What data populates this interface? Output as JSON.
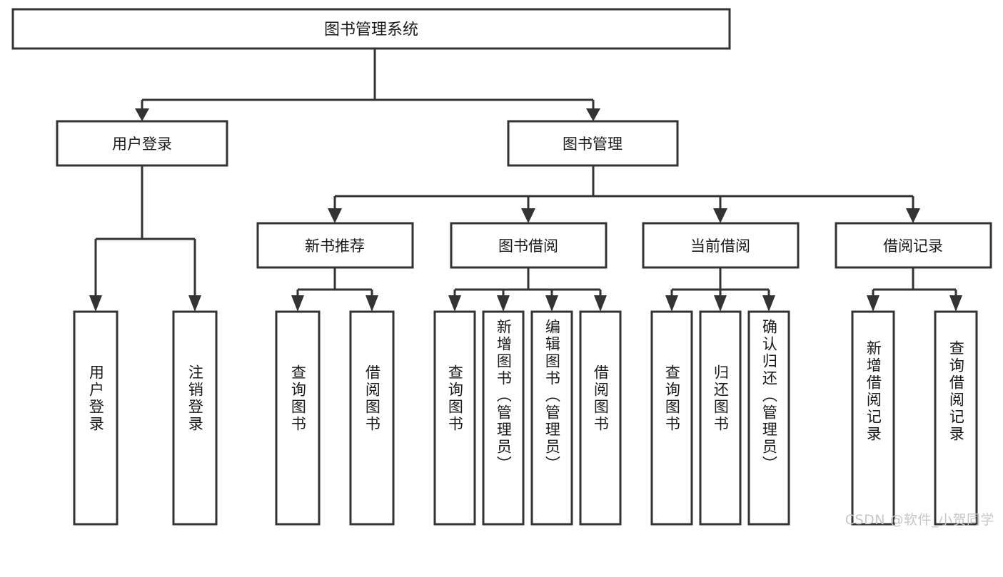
{
  "diagram": {
    "type": "tree",
    "title": "图书管理系统",
    "watermark": "CSDN @软件_小贺同学",
    "colors": {
      "box_stroke": "#333333",
      "box_fill": "#ffffff",
      "line": "#333333",
      "text": "#1a1a1a",
      "watermark": "#c7c7c7",
      "background": "#ffffff"
    },
    "root": {
      "label": "图书管理系统"
    },
    "level2": [
      {
        "label": "用户登录"
      },
      {
        "label": "图书管理"
      }
    ],
    "level3": [
      {
        "label": "新书推荐"
      },
      {
        "label": "图书借阅"
      },
      {
        "label": "当前借阅"
      },
      {
        "label": "借阅记录"
      }
    ],
    "leaves": {
      "user_login": [
        {
          "label": "用户登录"
        },
        {
          "label": "注销登录"
        }
      ],
      "new_book_recommend": [
        {
          "label": "查询图书"
        },
        {
          "label": "借阅图书"
        }
      ],
      "book_borrow": [
        {
          "label": "查询图书"
        },
        {
          "label": "新增图书（管理员）"
        },
        {
          "label": "编辑图书（管理员）"
        },
        {
          "label": "借阅图书"
        }
      ],
      "current_borrow": [
        {
          "label": "查询图书"
        },
        {
          "label": "归还图书"
        },
        {
          "label": "确认归还（管理员）"
        }
      ],
      "borrow_record": [
        {
          "label": "新增借阅记录"
        },
        {
          "label": "查询借阅记录"
        }
      ]
    }
  }
}
